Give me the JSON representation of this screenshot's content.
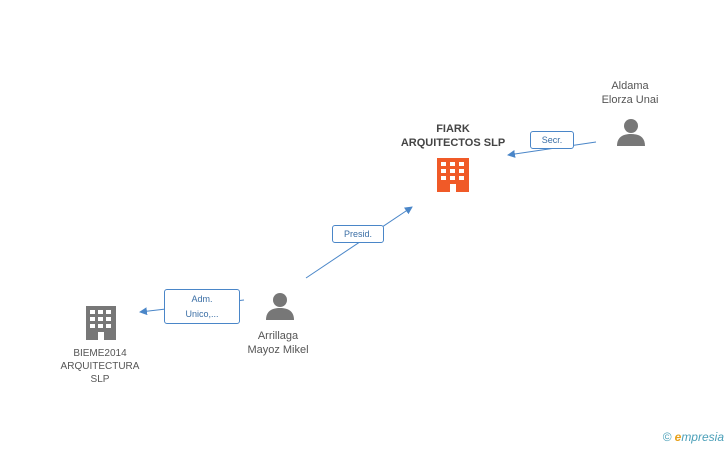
{
  "nodes": {
    "fiark": {
      "line1": "FIARK",
      "line2": "ARQUITECTOS SLP",
      "color": "#f05a28",
      "icon": "building-icon"
    },
    "aldama": {
      "line1": "Aldama",
      "line2": "Elorza Unai",
      "color": "#777777",
      "icon": "person-icon"
    },
    "arrillaga": {
      "line1": "Arrillaga",
      "line2": "Mayoz Mikel",
      "color": "#777777",
      "icon": "person-icon"
    },
    "bieme": {
      "line1": "BIEME2014",
      "line2": "ARQUITECTURA",
      "line3": "SLP",
      "color": "#777777",
      "icon": "building-icon"
    }
  },
  "edges": {
    "secr": {
      "label": "Secr."
    },
    "presid": {
      "label": "Presid."
    },
    "adm": {
      "line1": "Adm.",
      "line2": "Unico,..."
    }
  },
  "colors": {
    "edge": "#4a86c8"
  },
  "watermark": {
    "copyright": "©",
    "brand_e": "e",
    "brand_rest": "mpresia"
  }
}
